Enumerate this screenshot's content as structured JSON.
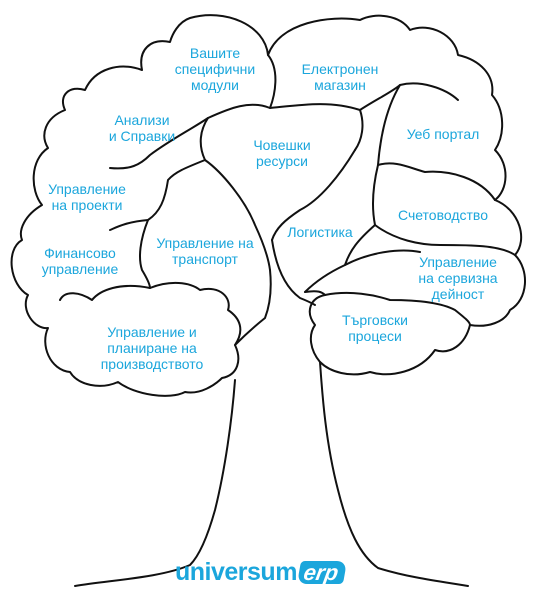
{
  "tree": {
    "modules": [
      {
        "key": "custom",
        "text": "Вашите\nспецифични\nмодули"
      },
      {
        "key": "eshop",
        "text": "Електронен\nмагазин"
      },
      {
        "key": "analysis",
        "text": "Анализи\nи Справки"
      },
      {
        "key": "hr",
        "text": "Човешки\nресурси"
      },
      {
        "key": "portal",
        "text": "Уеб портал"
      },
      {
        "key": "projects",
        "text": "Управление\nна  проекти"
      },
      {
        "key": "accounting",
        "text": "Счетоводство"
      },
      {
        "key": "logistics",
        "text": "Логистика"
      },
      {
        "key": "transport",
        "text": "Управление на\nтранспорт"
      },
      {
        "key": "finance",
        "text": "Финансово\nуправление"
      },
      {
        "key": "service",
        "text": "Управление\nна сервизна\nдейност"
      },
      {
        "key": "trade",
        "text": "Търговски\nпроцеси"
      },
      {
        "key": "production",
        "text": "Управление  и\nпланиране на\nпроизводството"
      }
    ]
  },
  "logo": {
    "main": "universum",
    "erp": "erp"
  },
  "colors": {
    "accent": "#1ba6dc",
    "outline": "#111111"
  }
}
